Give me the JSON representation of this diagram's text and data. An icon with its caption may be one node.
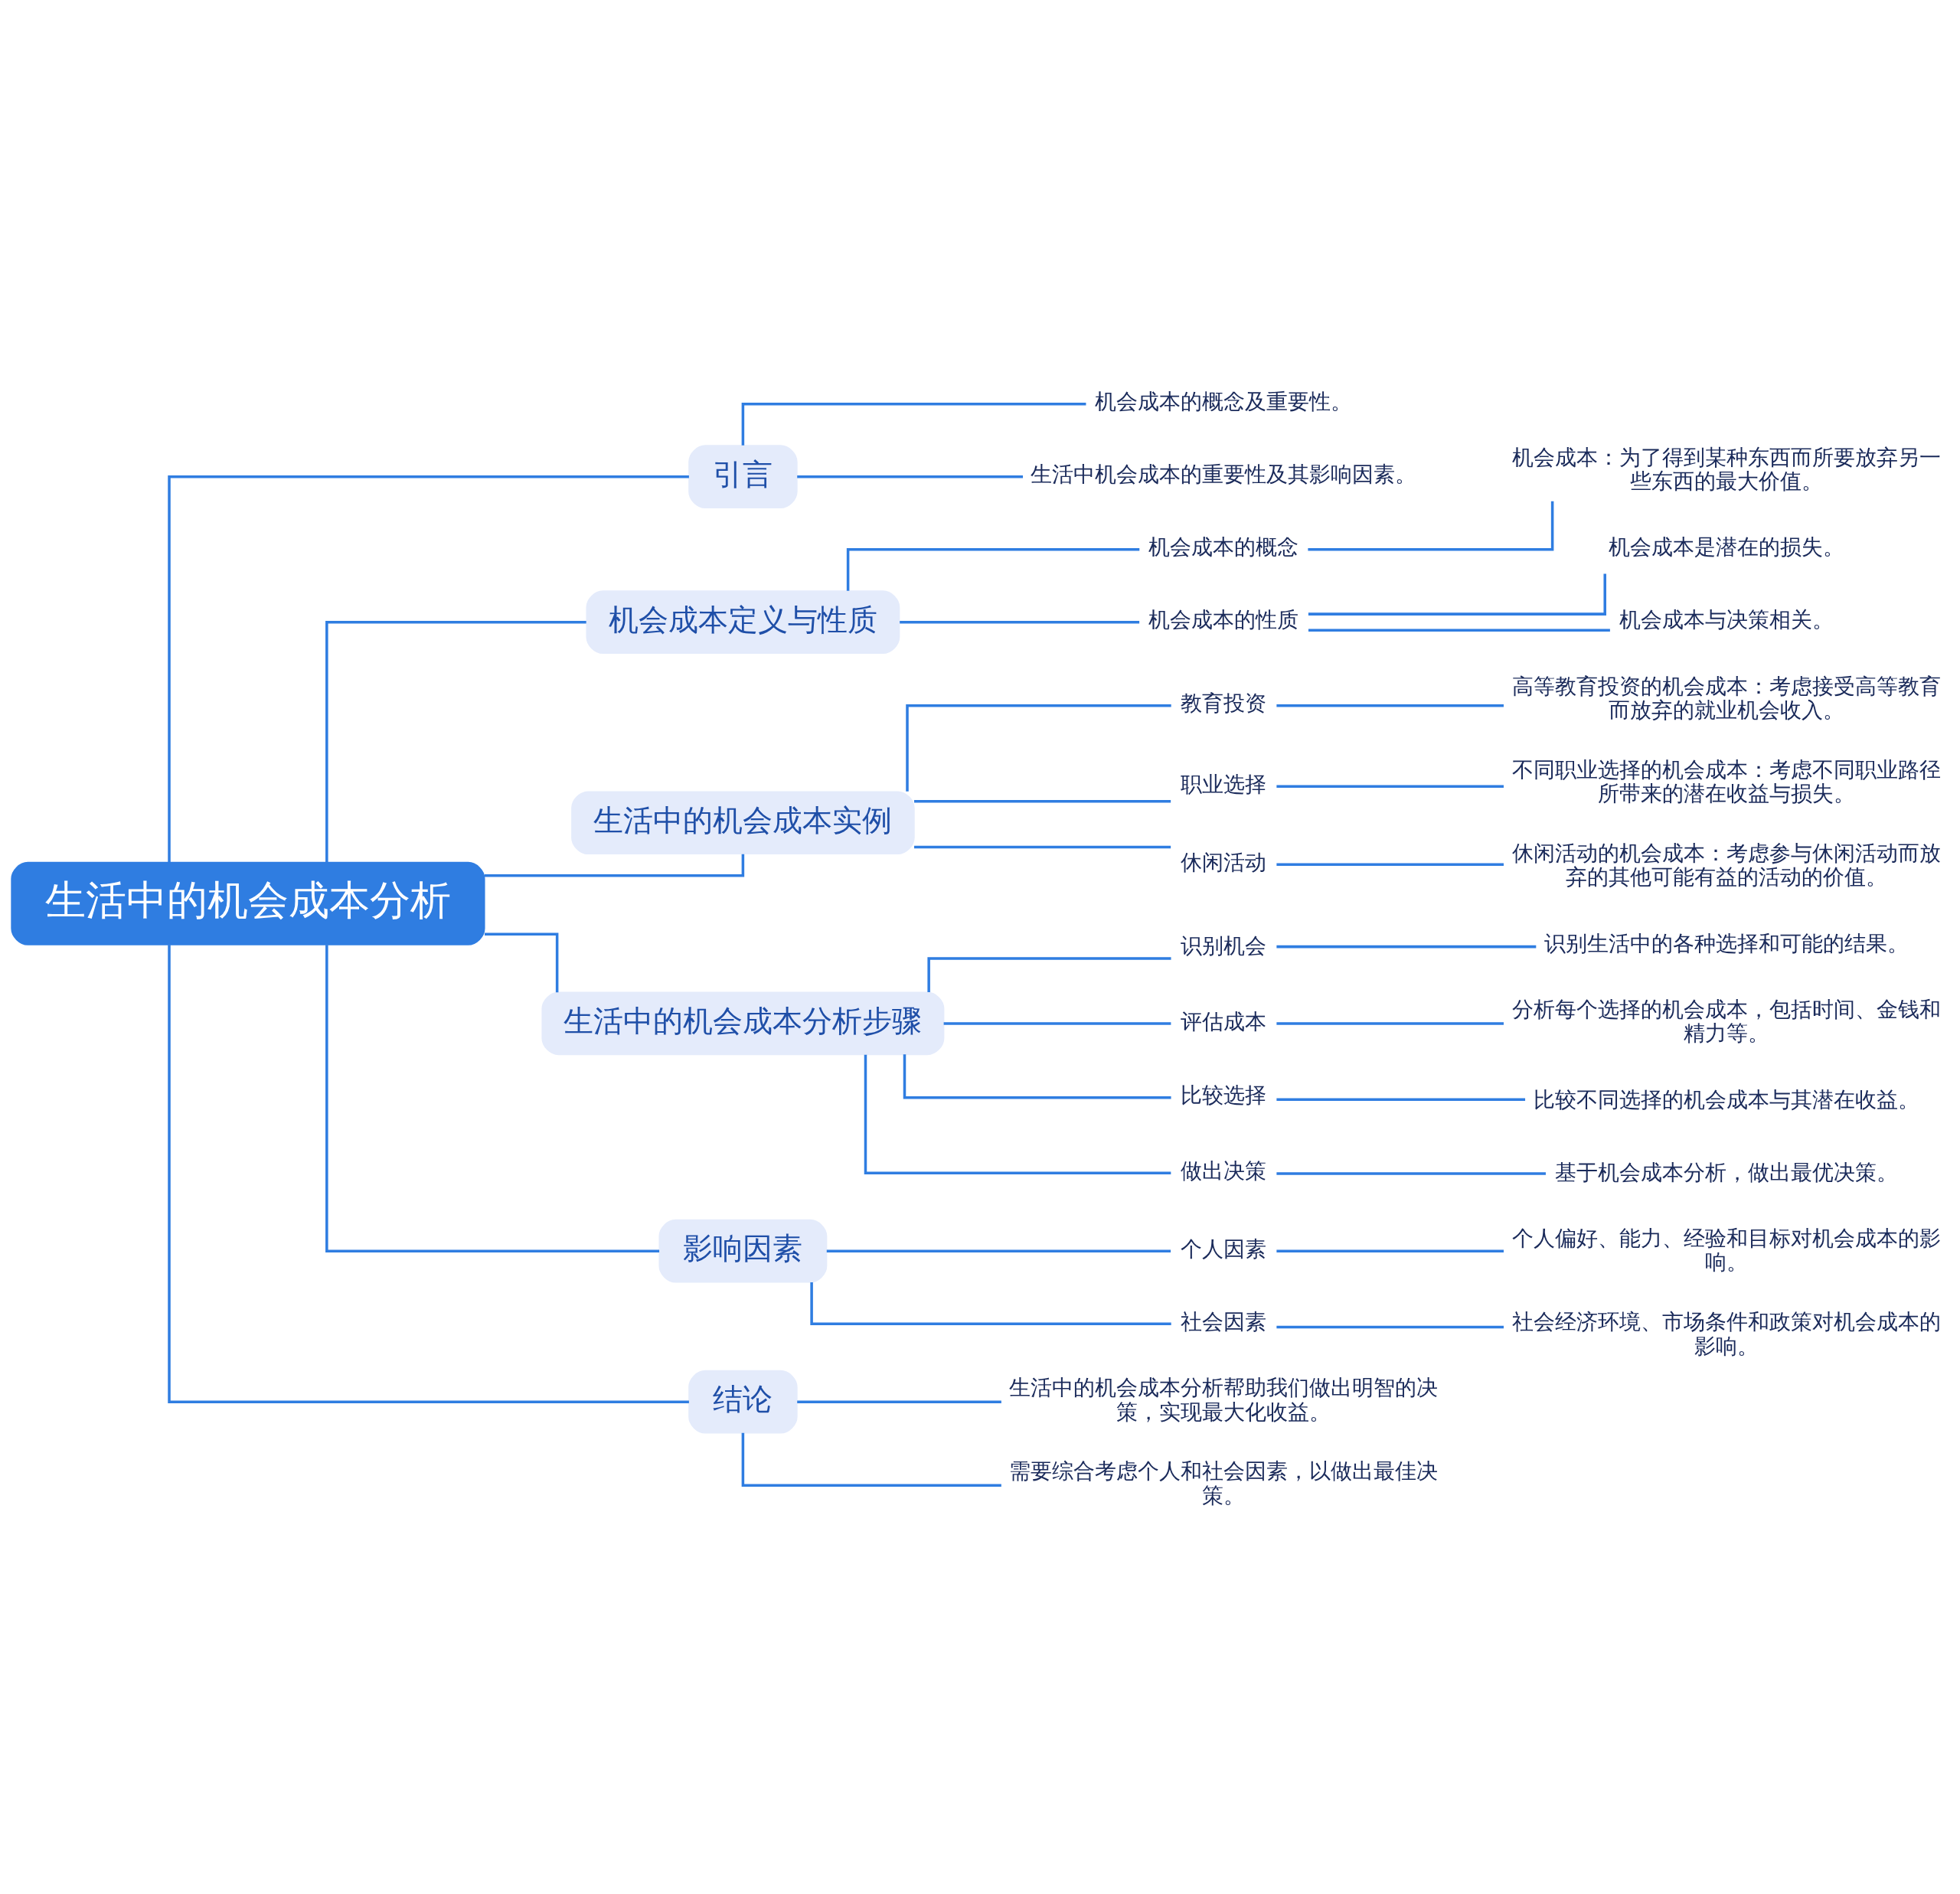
{
  "diagram": {
    "nodes": [
      {
        "text": [
          "生活中的机会成本分析"
        ]
      },
      {
        "text": [
          "引言"
        ]
      },
      {
        "text": [
          "机会成本的概念及重要性。"
        ]
      },
      {
        "text": [
          "生活中机会成本的重要性及其影响因素。"
        ]
      },
      {
        "text": [
          "机会成本定义与性质"
        ]
      },
      {
        "text": [
          "机会成本的概念"
        ]
      },
      {
        "text": [
          "机会成本：为了得到某种东西而所要放弃另一些东西的最大价值。"
        ]
      },
      {
        "text": [
          "机会成本的性质"
        ]
      },
      {
        "text": [
          "机会成本是潜在的损失。"
        ]
      },
      {
        "text": [
          "机会成本与决策相关。"
        ]
      },
      {
        "text": [
          "生活中的机会成本实例"
        ]
      },
      {
        "text": [
          "教育投资"
        ]
      },
      {
        "text": [
          "高等教育投资的机会成本：考虑接受高等教育而放弃的就业机会收入。"
        ]
      },
      {
        "text": [
          "职业选择"
        ]
      },
      {
        "text": [
          "不同职业选择的机会成本：考虑不同职业路径所带来的潜在收益与损失。"
        ]
      },
      {
        "text": [
          "休闲活动"
        ]
      },
      {
        "text": [
          "休闲活动的机会成本：考虑参与休闲活动而放弃的其他可能有益的活动的价值。"
        ]
      },
      {
        "text": [
          "生活中的机会成本分析步骤"
        ]
      },
      {
        "text": [
          "识别机会"
        ]
      },
      {
        "text": [
          "识别生活中的各种选择和可能的结果。"
        ]
      },
      {
        "text": [
          "评估成本"
        ]
      },
      {
        "text": [
          "分析每个选择的机会成本，包括时间、金钱和精力等。"
        ]
      },
      {
        "text": [
          "比较选择"
        ]
      },
      {
        "text": [
          "比较不同选择的机会成本与其潜在收益。"
        ]
      },
      {
        "text": [
          "做出决策"
        ]
      },
      {
        "text": [
          "基于机会成本分析，做出最优决策。"
        ]
      },
      {
        "text": [
          "影响因素"
        ]
      },
      {
        "text": [
          "个人因素"
        ]
      },
      {
        "text": [
          "个人偏好、能力、经验和目标对机会成本的影响。"
        ]
      },
      {
        "text": [
          "社会因素"
        ]
      },
      {
        "text": [
          "社会经济环境、市场条件和政策对机会成本的影响。"
        ]
      },
      {
        "text": [
          "结论"
        ]
      },
      {
        "text": [
          "生活中的机会成本分析帮助我们做出明智的决策，实现最大化收益。"
        ]
      },
      {
        "text": [
          "需要综合考虑个人和社会因素，以做出最佳决策。"
        ]
      }
    ],
    "edges": [
      {
        "from": 0,
        "to": 1,
        "arrow": "none"
      },
      {
        "from": 1,
        "to": 2,
        "arrow": "none"
      },
      {
        "from": 1,
        "to": 3,
        "arrow": "none"
      },
      {
        "from": 0,
        "to": 4,
        "arrow": "none"
      },
      {
        "from": 4,
        "to": 5,
        "arrow": "none"
      },
      {
        "from": 5,
        "to": 6,
        "arrow": "none"
      },
      {
        "from": 4,
        "to": 7,
        "arrow": "none"
      },
      {
        "from": 7,
        "to": 8,
        "arrow": "none"
      },
      {
        "from": 7,
        "to": 9,
        "arrow": "none"
      },
      {
        "from": 0,
        "to": 10,
        "arrow": "none"
      },
      {
        "from": 10,
        "to": 11,
        "arrow": "none"
      },
      {
        "from": 11,
        "to": 12,
        "arrow": "none"
      },
      {
        "from": 10,
        "to": 13,
        "arrow": "none"
      },
      {
        "from": 13,
        "to": 14,
        "arrow": "none"
      },
      {
        "from": 10,
        "to": 15,
        "arrow": "none"
      },
      {
        "from": 15,
        "to": 16,
        "arrow": "none"
      },
      {
        "from": 0,
        "to": 17,
        "arrow": "none"
      },
      {
        "from": 17,
        "to": 18,
        "arrow": "none"
      },
      {
        "from": 18,
        "to": 19,
        "arrow": "none"
      },
      {
        "from": 17,
        "to": 20,
        "arrow": "none"
      },
      {
        "from": 20,
        "to": 21,
        "arrow": "none"
      },
      {
        "from": 17,
        "to": 22,
        "arrow": "none"
      },
      {
        "from": 22,
        "to": 23,
        "arrow": "none"
      },
      {
        "from": 17,
        "to": 24,
        "arrow": "none"
      },
      {
        "from": 24,
        "to": 25,
        "arrow": "none"
      },
      {
        "from": 0,
        "to": 26,
        "arrow": "none"
      },
      {
        "from": 26,
        "to": 27,
        "arrow": "none"
      },
      {
        "from": 27,
        "to": 28,
        "arrow": "none"
      },
      {
        "from": 26,
        "to": 29,
        "arrow": "none"
      },
      {
        "from": 29,
        "to": 30,
        "arrow": "none"
      },
      {
        "from": 0,
        "to": 31,
        "arrow": "none"
      },
      {
        "from": 31,
        "to": 32,
        "arrow": "none"
      },
      {
        "from": 31,
        "to": 33,
        "arrow": "none"
      }
    ]
  }
}
